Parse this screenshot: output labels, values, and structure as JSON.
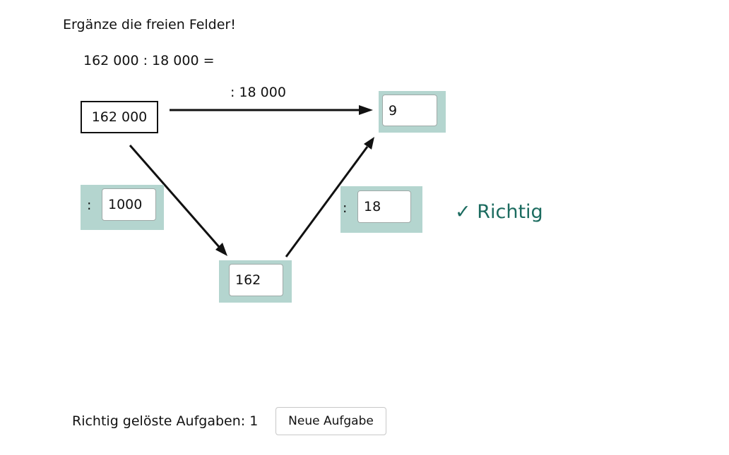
{
  "instruction": "Ergänze die freien Felder!",
  "equation": "162 000 : 18 000 =",
  "start_value": "162 000",
  "top_arrow_label": ": 18 000",
  "result_field": {
    "value": "9"
  },
  "left_operator": {
    "symbol": ":",
    "value": "1000"
  },
  "right_operator": {
    "symbol": ":",
    "value": "18"
  },
  "middle_field": {
    "value": "162"
  },
  "feedback": {
    "check": "✓",
    "text": "Richtig"
  },
  "score": {
    "label": "Richtig gelöste Aufgaben:",
    "count": "1"
  },
  "new_task_button": "Neue Aufgabe",
  "colors": {
    "panel": "#b4d5cf",
    "feedback": "#1b6b5f",
    "arrow": "#111111"
  }
}
